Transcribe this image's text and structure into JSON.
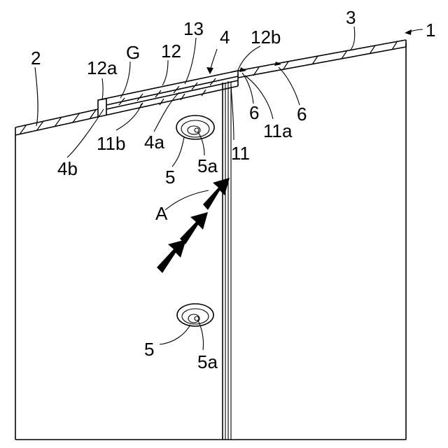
{
  "figure": {
    "labels": {
      "device": "1",
      "left_panel": "2",
      "right_panel": "3",
      "joint": "4",
      "joint_upper": "4a",
      "joint_lower": "4b",
      "fastener_upper": "5",
      "fastener_upper_center": "5a",
      "fastener_lower": "5",
      "fastener_lower_center": "5a",
      "seal_left": "6",
      "seal_right": "6",
      "gap": "G",
      "side_member": "11",
      "side_member_end": "11a",
      "side_member_lip": "11b",
      "cover": "12",
      "cover_left_end": "12a",
      "cover_right_end": "12b",
      "plate": "13",
      "direction": "A"
    }
  }
}
